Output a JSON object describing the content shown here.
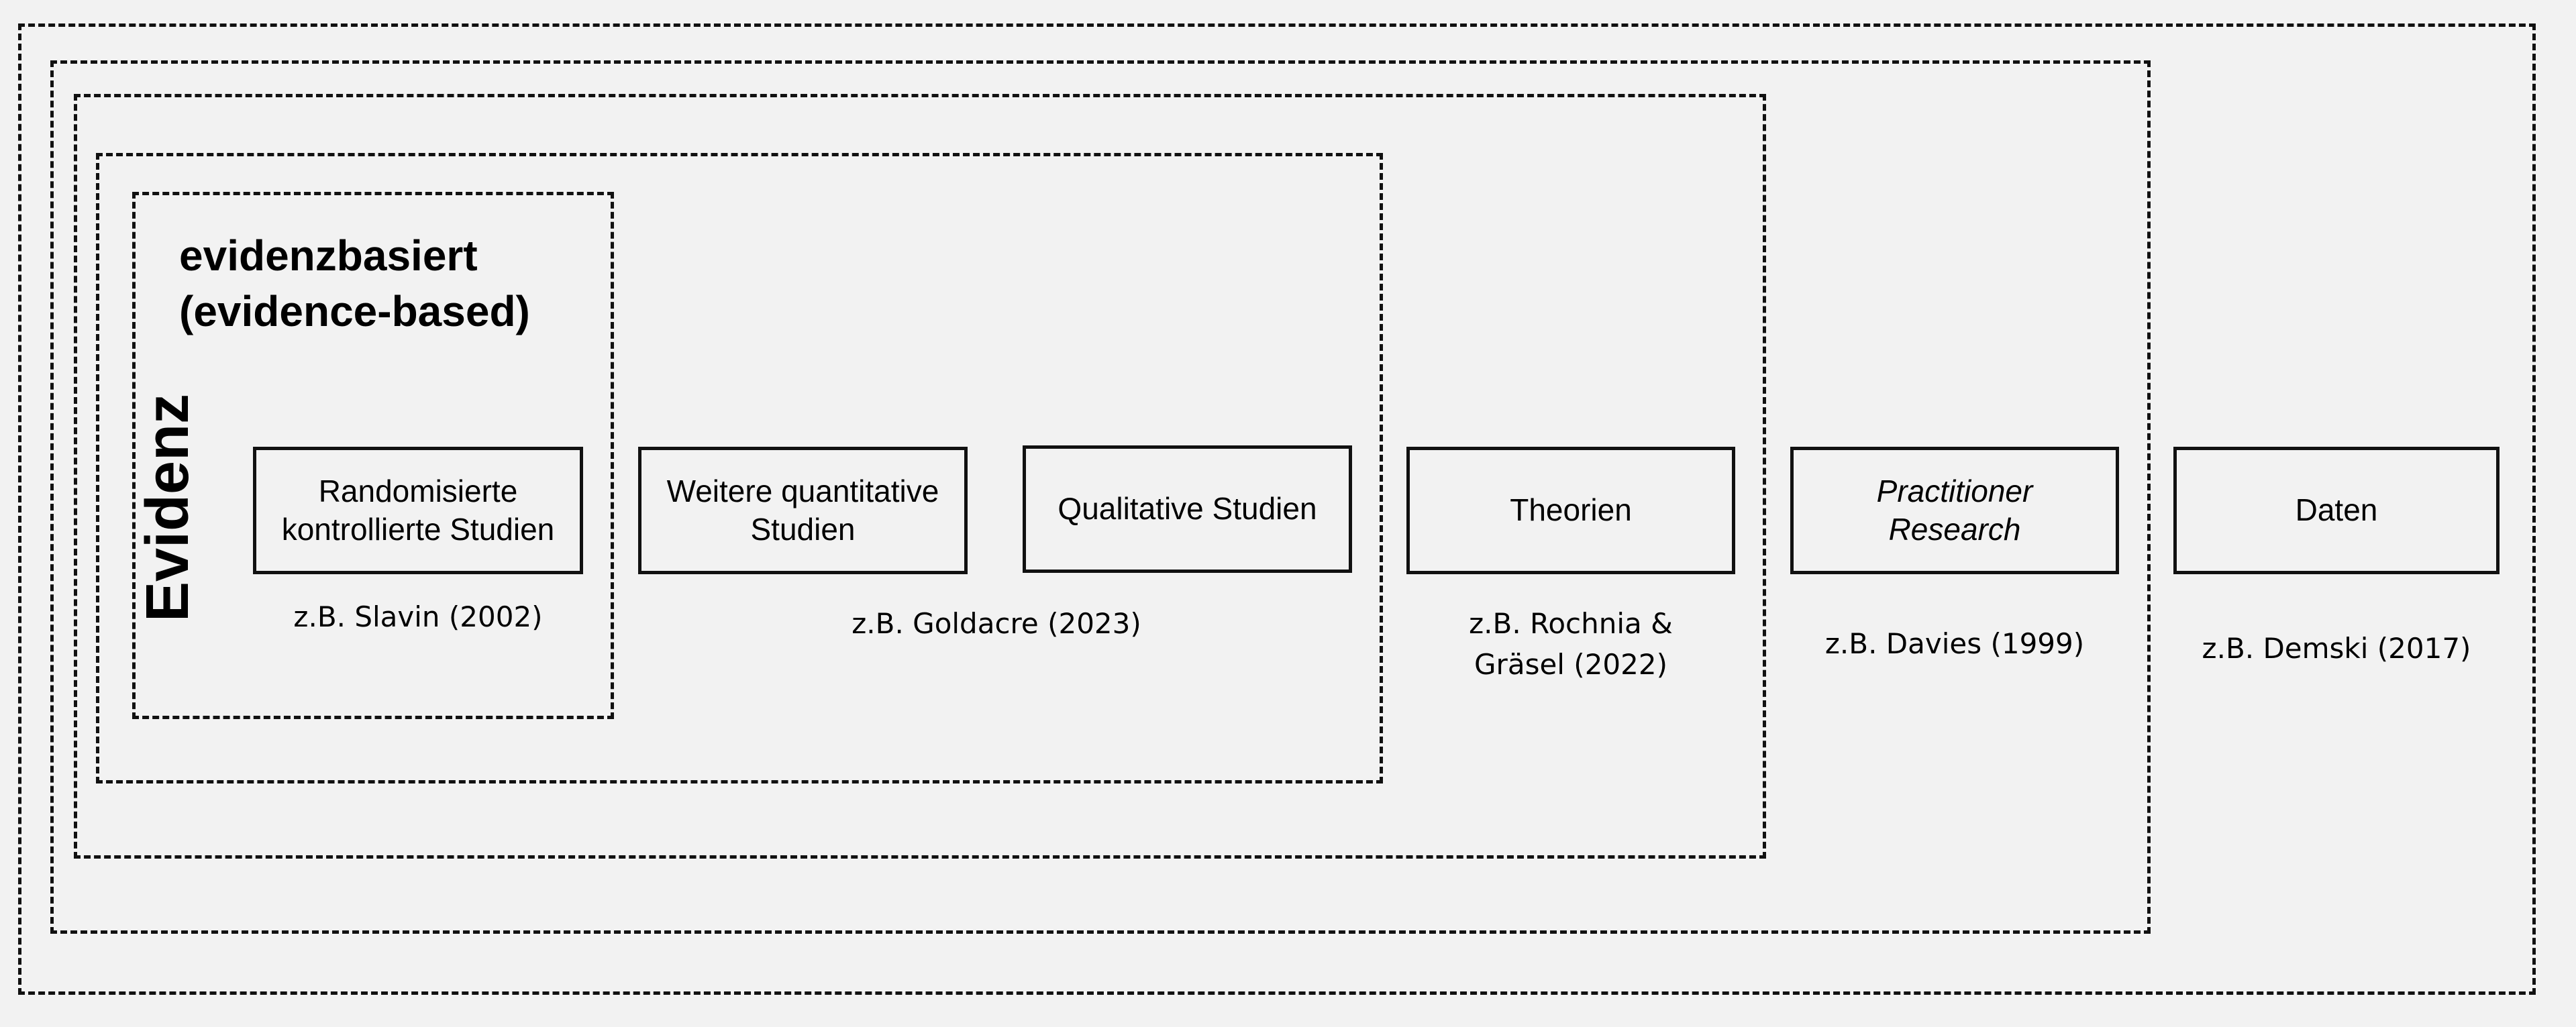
{
  "frames": [
    {
      "id": "daten"
    },
    {
      "id": "practitioner-research"
    },
    {
      "id": "theorien"
    },
    {
      "id": "studien"
    },
    {
      "id": "evidenzbasiert"
    }
  ],
  "header": {
    "title": "evidenzbasiert\n(evidence-based)",
    "vertical_label": "Evidenz"
  },
  "boxes": {
    "rct": "Randomisierte\nkontrollierte Studien",
    "quant": "Weitere quantitative\nStudien",
    "qual": "Qualitative Studien",
    "theorien": "Theorien",
    "practitioner": "Practitioner\nResearch",
    "daten": "Daten"
  },
  "references": {
    "rct": "z.B. Slavin (2002)",
    "studien": "z.B. Goldacre (2023)",
    "theorien": "z.B. Rochnia &\nGräsel (2022)",
    "practitioner": "z.B. Davies (1999)",
    "daten": "z.B. Demski (2017)"
  }
}
